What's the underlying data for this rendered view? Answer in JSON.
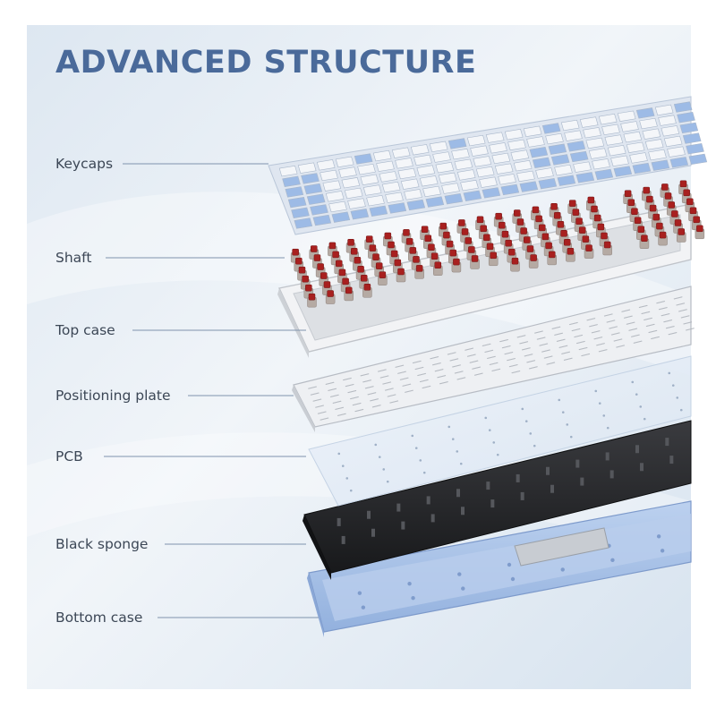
{
  "title": "ADVANCED STRUCTURE",
  "labels": [
    "Keycaps",
    "Shaft",
    "Top case",
    "Positioning plate",
    "PCB",
    "Black sponge",
    "Bottom case"
  ],
  "colors": {
    "title": "#4a6a9a",
    "label_text": "#3c4756",
    "leader_line": "#7f93ad",
    "keycap_white": "#f4f6f9",
    "keycap_blue": "#9dbbe6",
    "switch_red": "#a8201f",
    "switch_housing": "#b5aaa3",
    "plate": "#eef0f3",
    "pcb": "#e6eef7",
    "sponge": "#2a2b2e",
    "bottom_case": "#a9c3ea"
  }
}
